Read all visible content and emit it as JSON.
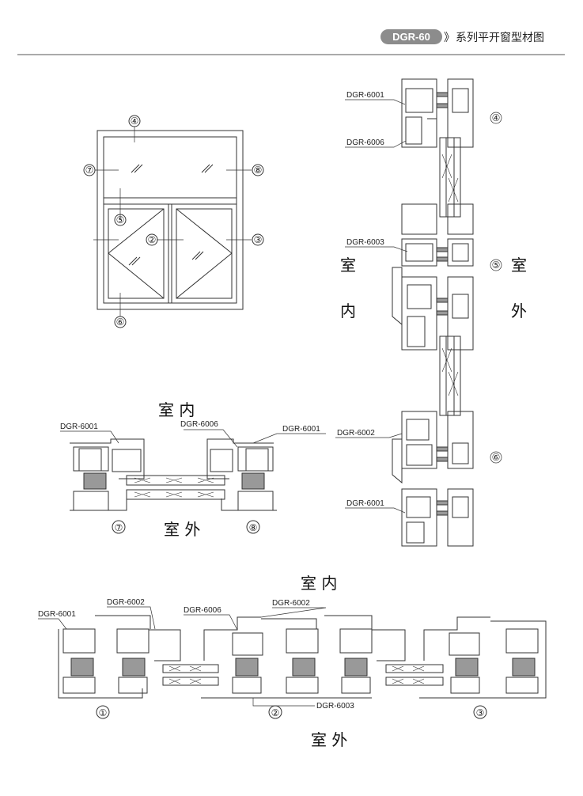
{
  "header": {
    "badge": "DGR-60",
    "chevrons": "》",
    "title": "系列平开窗型材图"
  },
  "elevation": {
    "callouts": [
      "④",
      "⑦",
      "⑧",
      "⑤",
      "②",
      "③",
      "⑥"
    ]
  },
  "vertical_section": {
    "labels": [
      "DGR-6001",
      "DGR-6006",
      "DGR-6003",
      "DGR-6002",
      "DGR-6001"
    ],
    "callouts": [
      "④",
      "⑤",
      "⑥"
    ],
    "indoor": [
      "室",
      "内"
    ],
    "outdoor": [
      "室",
      "外"
    ]
  },
  "mid_section": {
    "indoor": "室 内",
    "outdoor": "室 外",
    "labels": [
      "DGR-6001",
      "DGR-6006",
      "DGR-6001"
    ],
    "callouts": [
      "⑦",
      "⑧"
    ]
  },
  "bottom_section": {
    "indoor": "室 内",
    "outdoor": "室 外",
    "labels": [
      "DGR-6001",
      "DGR-6002",
      "DGR-6006",
      "DGR-6002",
      "DGR-6003"
    ],
    "callouts": [
      "①",
      "②",
      "③"
    ]
  }
}
